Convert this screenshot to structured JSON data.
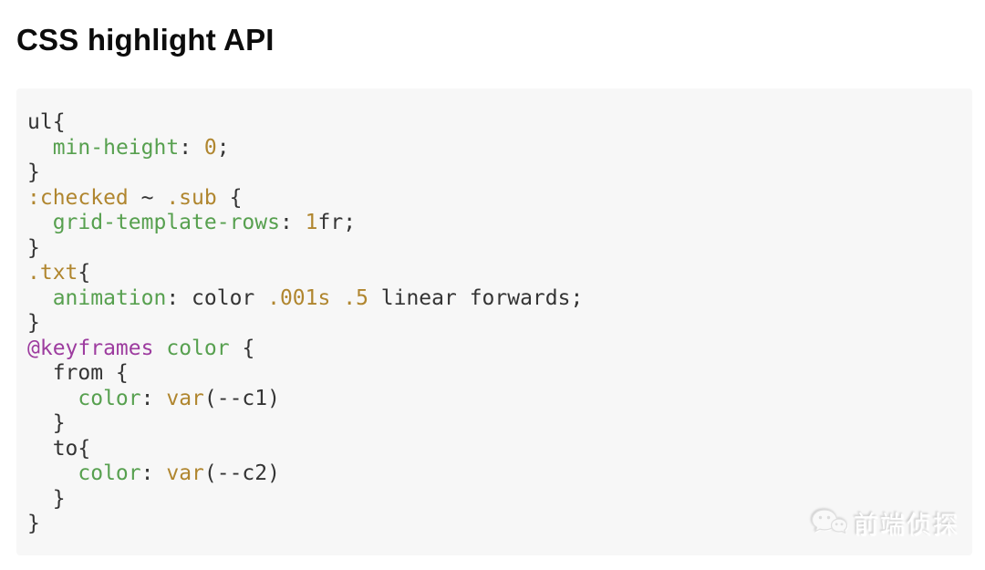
{
  "title": "CSS highlight API",
  "colors": {
    "code_background": "#f7f7f7",
    "token_plain": "#343434",
    "token_green": "#57a04f",
    "token_amber": "#b0862f",
    "token_purple": "#9d3c9f"
  },
  "code": {
    "language": "css",
    "lines": [
      [
        {
          "t": "ul{",
          "c": "plain"
        }
      ],
      [
        {
          "t": "  ",
          "c": "plain"
        },
        {
          "t": "min-height",
          "c": "green"
        },
        {
          "t": ": ",
          "c": "plain"
        },
        {
          "t": "0",
          "c": "amber"
        },
        {
          "t": ";",
          "c": "plain"
        }
      ],
      [
        {
          "t": "}",
          "c": "plain"
        }
      ],
      [
        {
          "t": ":checked",
          "c": "amber"
        },
        {
          "t": " ~ ",
          "c": "plain"
        },
        {
          "t": ".sub",
          "c": "amber"
        },
        {
          "t": " {",
          "c": "plain"
        }
      ],
      [
        {
          "t": "  ",
          "c": "plain"
        },
        {
          "t": "grid-template-rows",
          "c": "green"
        },
        {
          "t": ": ",
          "c": "plain"
        },
        {
          "t": "1",
          "c": "amber"
        },
        {
          "t": "fr;",
          "c": "plain"
        }
      ],
      [
        {
          "t": "}",
          "c": "plain"
        }
      ],
      [
        {
          "t": ".txt",
          "c": "amber"
        },
        {
          "t": "{",
          "c": "plain"
        }
      ],
      [
        {
          "t": "  ",
          "c": "plain"
        },
        {
          "t": "animation",
          "c": "green"
        },
        {
          "t": ": color ",
          "c": "plain"
        },
        {
          "t": ".001s",
          "c": "amber"
        },
        {
          "t": " ",
          "c": "plain"
        },
        {
          "t": ".5",
          "c": "amber"
        },
        {
          "t": " linear forwards;",
          "c": "plain"
        }
      ],
      [
        {
          "t": "}",
          "c": "plain"
        }
      ],
      [
        {
          "t": "@keyframes",
          "c": "purple"
        },
        {
          "t": " ",
          "c": "plain"
        },
        {
          "t": "color",
          "c": "green"
        },
        {
          "t": " {",
          "c": "plain"
        }
      ],
      [
        {
          "t": "  from {",
          "c": "plain"
        }
      ],
      [
        {
          "t": "    ",
          "c": "plain"
        },
        {
          "t": "color",
          "c": "green"
        },
        {
          "t": ": ",
          "c": "plain"
        },
        {
          "t": "var",
          "c": "amber"
        },
        {
          "t": "(--c1)",
          "c": "plain"
        }
      ],
      [
        {
          "t": "  }",
          "c": "plain"
        }
      ],
      [
        {
          "t": "  to{",
          "c": "plain"
        }
      ],
      [
        {
          "t": "    ",
          "c": "plain"
        },
        {
          "t": "color",
          "c": "green"
        },
        {
          "t": ": ",
          "c": "plain"
        },
        {
          "t": "var",
          "c": "amber"
        },
        {
          "t": "(--c2)",
          "c": "plain"
        }
      ],
      [
        {
          "t": "  }",
          "c": "plain"
        }
      ],
      [
        {
          "t": "}",
          "c": "plain"
        }
      ]
    ]
  },
  "watermark": {
    "text": "前端侦探",
    "icon": "wechat-icon"
  }
}
